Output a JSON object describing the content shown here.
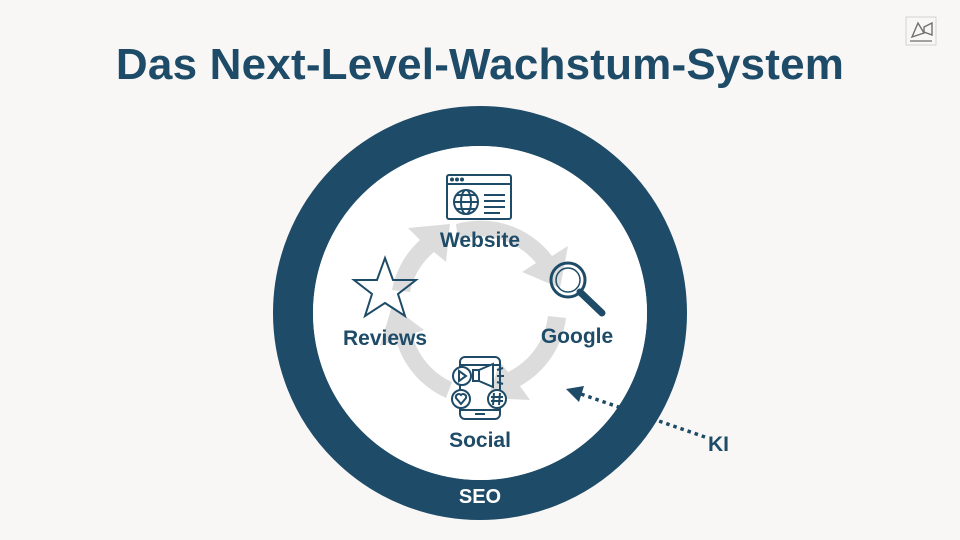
{
  "title": "Das Next-Level-Wachstum-System",
  "ring_label": "SEO",
  "nodes": {
    "website": "Website",
    "google": "Google",
    "social": "Social",
    "reviews": "Reviews"
  },
  "external": {
    "ki": "KI"
  },
  "colors": {
    "primary": "#1e4b67",
    "background": "#f9f7f6",
    "cycle_arrows": "#dcdcdc"
  },
  "icons": [
    "browser-globe-icon",
    "magnifier-icon",
    "smartphone-social-icon",
    "star-icon",
    "megaphone-logo-icon"
  ]
}
